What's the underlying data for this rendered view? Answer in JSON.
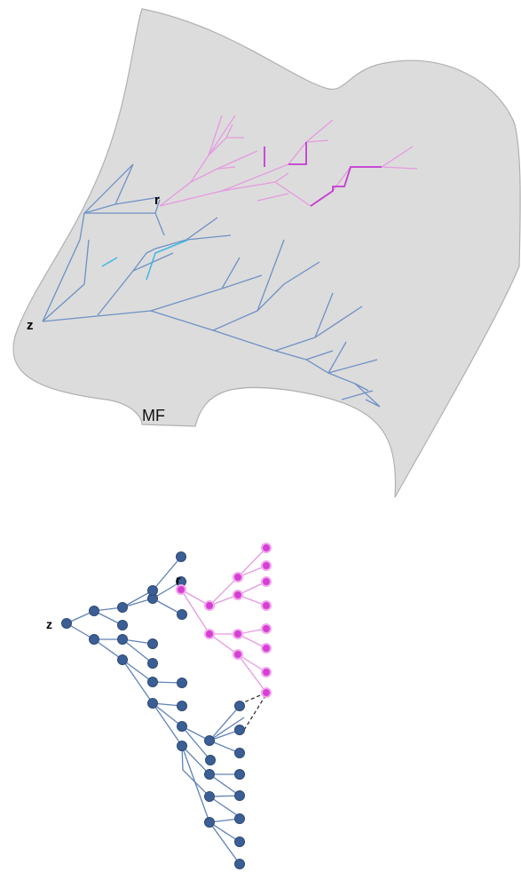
{
  "labels": {
    "manifold_name": "MF",
    "root_label": "r",
    "origin_label": "z",
    "graph_root_label": "r",
    "graph_origin_label": "z"
  },
  "colors": {
    "manifold_fill": "#dcdcdc",
    "manifold_edge": "#b0b0b0",
    "tree_blue": "#6f90c4",
    "tree_cyan": "#3fb7e3",
    "tree_pink": "#e59ae0",
    "tree_magenta": "#c43bd1",
    "node_blue": "#3b5f94",
    "node_magenta": "#d63fd3"
  }
}
